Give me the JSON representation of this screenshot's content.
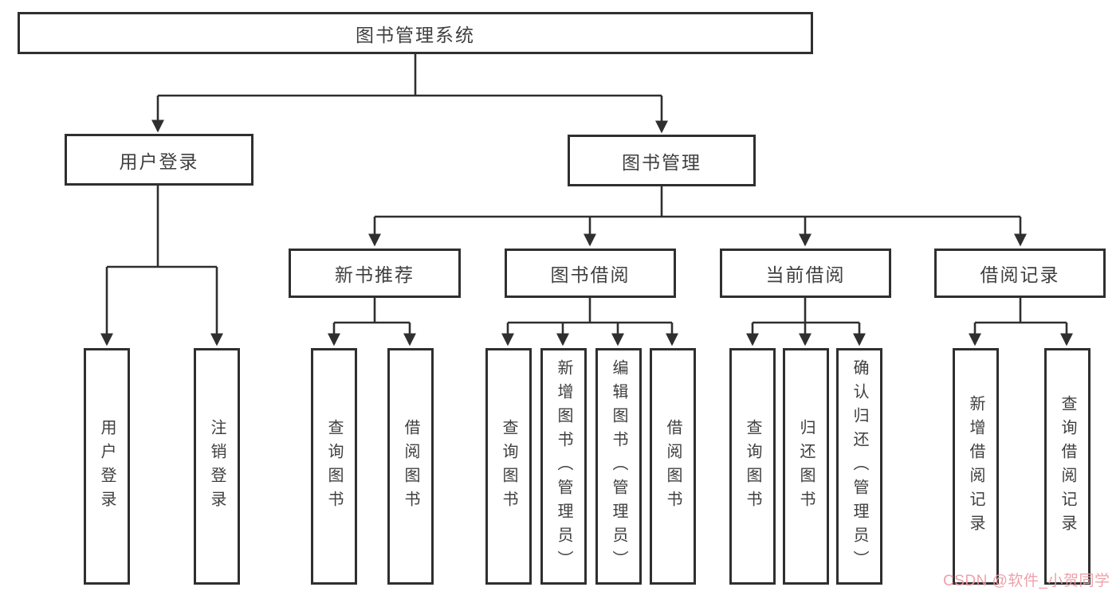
{
  "diagram": {
    "kind": "hierarchy-tree",
    "colors": {
      "line": "#2f2f2f",
      "box_border": "#2f2f2f",
      "text": "#3f3f3f",
      "background": "#ffffff",
      "watermark": "#ee9ca5"
    },
    "tree": {
      "root": {
        "label": "图书管理系统",
        "children": [
          {
            "label": "用户登录",
            "children": [
              {
                "label": "用户登录"
              },
              {
                "label": "注销登录"
              }
            ]
          },
          {
            "label": "图书管理",
            "children": [
              {
                "label": "新书推荐",
                "children": [
                  {
                    "label": "查询图书"
                  },
                  {
                    "label": "借阅图书"
                  }
                ]
              },
              {
                "label": "图书借阅",
                "children": [
                  {
                    "label": "查询图书"
                  },
                  {
                    "label": "新增图书（管理员）"
                  },
                  {
                    "label": "编辑图书（管理员）"
                  },
                  {
                    "label": "借阅图书"
                  }
                ]
              },
              {
                "label": "当前借阅",
                "children": [
                  {
                    "label": "查询图书"
                  },
                  {
                    "label": "归还图书"
                  },
                  {
                    "label": "确认归还（管理员）"
                  }
                ]
              },
              {
                "label": "借阅记录",
                "children": [
                  {
                    "label": "新增借阅记录"
                  },
                  {
                    "label": "查询借阅记录"
                  }
                ]
              }
            ]
          }
        ]
      }
    },
    "watermark": {
      "text": "CSDN @软件_小贺同学"
    }
  }
}
